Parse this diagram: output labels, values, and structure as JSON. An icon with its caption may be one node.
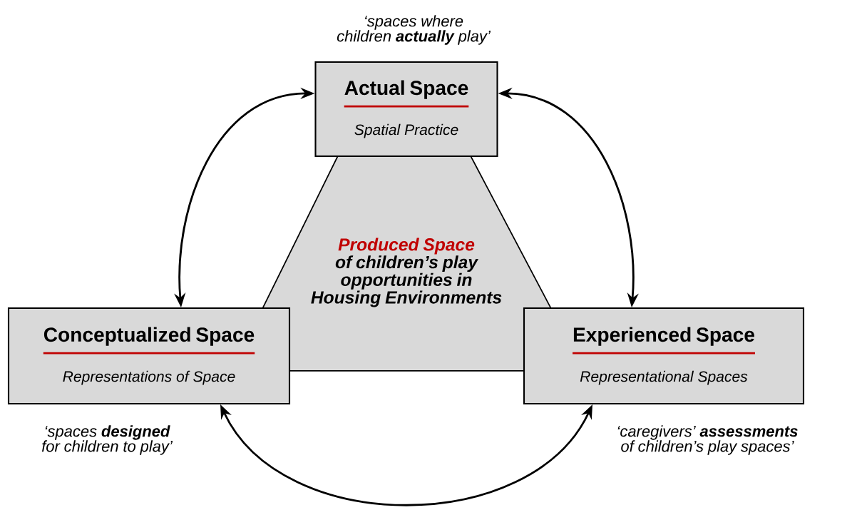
{
  "diagram": {
    "nodes": [
      {
        "text": [
          "Actual Space",
          "Spatial Practice"
        ],
        "beside": [
          "‘spaces where children **actually** play’"
        ]
      },
      {
        "text": [
          "Produced Space",
          "of children’s play opportunities in Housing Environments"
        ]
      },
      {
        "text": [
          "Conceptualized Space",
          "Representations of Space"
        ],
        "beside": [
          "‘spaces **designed** for children to play’"
        ]
      },
      {
        "text": [
          "Experienced Space",
          "Representational Spaces"
        ],
        "beside": [
          "‘caregivers’ **assessments** of children’s play spaces’"
        ]
      }
    ],
    "edges": [
      {
        "from": 0,
        "to": 2,
        "arrow": "both"
      },
      {
        "from": 0,
        "to": 3,
        "arrow": "both"
      },
      {
        "from": 2,
        "to": 3,
        "arrow": "both"
      }
    ]
  }
}
